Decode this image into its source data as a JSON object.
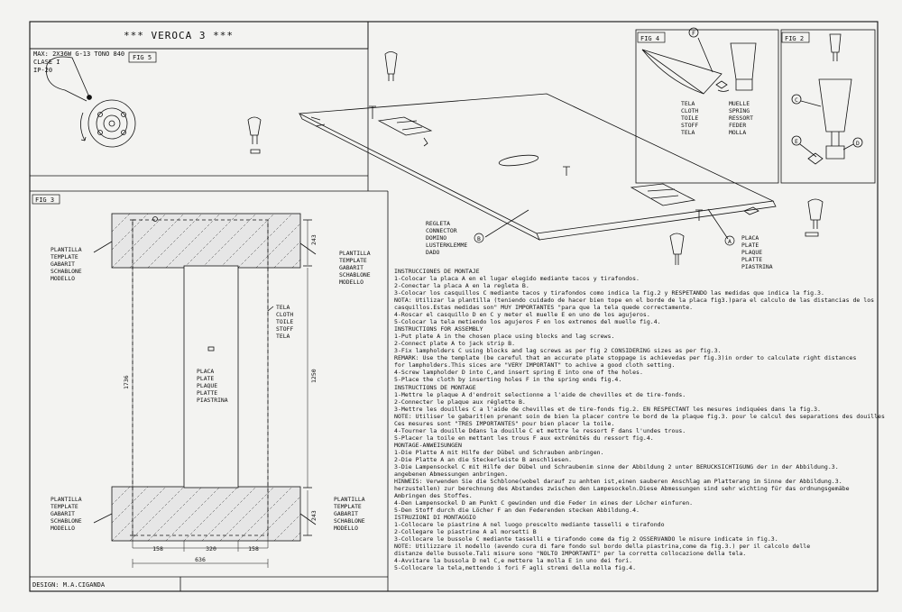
{
  "header": {
    "title": "*** VEROCA 3 ***",
    "spec_lines": [
      "MAX: 2X36W G-13 TONO 840",
      "CLASE I",
      "IP-20"
    ]
  },
  "figures": {
    "fig5": "FIG 5",
    "fig4": "FIG 4",
    "fig2": "FIG 2",
    "fig3": "FIG 3"
  },
  "labels": {
    "tela": [
      "TELA",
      "CLOTH",
      "TOILE",
      "STOFF",
      "TELA"
    ],
    "muelle": [
      "MUELLE",
      "SPRING",
      "RESSORT",
      "FEDER",
      "MOLLA"
    ],
    "regleta": [
      "REGLETA",
      "CONNECTOR",
      "DOMINO",
      "LUSTERKLEMME",
      "DADO"
    ],
    "placa": [
      "PLACA",
      "PLATE",
      "PLAQUE",
      "PLATTE",
      "PIASTRINA"
    ],
    "plantilla": [
      "PLANTILLA",
      "TEMPLATE",
      "GABARIT",
      "SCHABLONE",
      "MODELLO"
    ],
    "letter_f": "F",
    "letter_c": "C",
    "letter_e": "E",
    "letter_d": "D",
    "letter_a": "A",
    "letter_b": "B"
  },
  "dimensions": {
    "d243": "243",
    "d1736": "1736",
    "d1250": "1250",
    "d158": "158",
    "d320": "320",
    "d636": "636"
  },
  "instructions": [
    "INSTRUCCIONES DE MONTAJE",
    "1-Colocar la placa A en el lugar elegido mediante tacos y tirafondos.",
    "2-Conectar la placa A en la regleta B.",
    "3-Colocar los casquillos C mediante tacos y tirafondos como indica la fig.2 y RESPETANDO las medidas que indica la fig.3.",
    "NOTA: Utilizar la plantilla (teniendo cuidado de hacer bien tope en el borde de la placa fig3.)para el calculo de las distancias de los",
    "casquillos.Estas medidas son\" MUY IMPORTANTES \"para que la tela quede correctamente.",
    "4-Roscar el casquillo D en C y meter el muelle E en uno de los agujeros.",
    "5-Colocar la tela metiendo los agujeros F en los extremos del muelle fig.4.",
    "INSTRUCTIONS FOR ASSEMBLY",
    "1-Put plate A in the chosen place using blocks and lag screws.",
    "2-Connect plate A to jack strip B.",
    "3-Fix lampholders C using blocks and lag screws as per fig 2 CONSIDERING sizes as per fig.3.",
    "REMARK: Use the template (be careful that an accurate plate stoppage is achievedas per fig.3)in order to calculate right distances",
    "for lampholders.This sices are \"VERY IMPORTANT\" to achive a good cloth setting.",
    "4-Screw lampholder D into C,and insert spring E into one of the holes.",
    "5-Place the cloth by inserting holes F in the spring ends fig.4.",
    "INSTRUCTIONS DE MONTAGE",
    "1-Mettre le plaque A d'endroit selectionne a l'aide de chevilles et de tire-fonds.",
    "2-Connecter le plaque aux réglette B.",
    "3-Mettre les douilles C a l'aide de chevilles et de tire-fonds fig.2. EN RESPECTANT les mesures indiquées dans la fig.3.",
    "NOTE: Utiliser le gabarit(en prenant soin de bien la placer contre le bord de la plaque fig.3. pour le calcul des separations des douilles",
    "Ces mesures sont \"TRES IMPORTANTES\" pour bien placer la toile.",
    "4-Tourner la douille Ddans la douille C et mettre le ressort F dans l'undes trous.",
    "5-Placer la toile en mettant les trous F aux extrémités du ressort fig.4.",
    "MONTAGE-ANWEISUNGEN",
    "1-Die Platte A mit Hilfe der Dübel und Schrauben anbringen.",
    "2-Die Platte A an die Steckerleiste B anschliesen.",
    "3-Die Lampensockel C mit Hilfe der Dübel und Schraubenim sinne der Abbildung 2 unter BERUCKSICHTIGUNG der in der Abbildung.3.",
    "angebenen Abmessungen anbringen.",
    "HINWEIS: Verwenden Sie die Schblone(wobel darauf zu anhten ist,einen sauberen Anschlag am Platterang im Sinne der Abbildung.3.",
    "herzustellen) zur berechnung des Abstandes zwischen den Lampesockeln.Diese Abmessungen sind sehr wichting für das ordnungsgemäbe",
    "Ambringen des Stoffes.",
    "4-Den Lampensockel D am Punkt C gewinden und die Feder in eines der Löcher einfuren.",
    "5-Den Stoff durch die Löcher F an den Federenden stecken Abbildung.4.",
    "ISTRUZIONI DI MONTAGGIO",
    "1-Collocare le piastrine A nel luogo prescelto mediante tasselli e tirafondo",
    "2-Collegare le piastrine A al morsetti B",
    "3-Collocare le bussole C mediante tasselli e tirafondo come da fig 2 OSSERVANDO le misure indicate in fig.3.",
    "NOTE: Utilizzare il modello (avendo cura di fare fondo sul bordo della piastrina,come da fig.3.) per il calcolo delle",
    "distanze delle bussole.Tali misure sono \"NOLTO IMPORTANTI\" per la corretta collocazione della tela.",
    "4-Avvitare la bussola D nel C,e mettere la molla E in uno dei fori.",
    "5-Collocare la tela,mettendo i fori F agli stremi della molla fig.4."
  ],
  "footer": {
    "design": "DESIGN: M.A.CIGANDA"
  }
}
